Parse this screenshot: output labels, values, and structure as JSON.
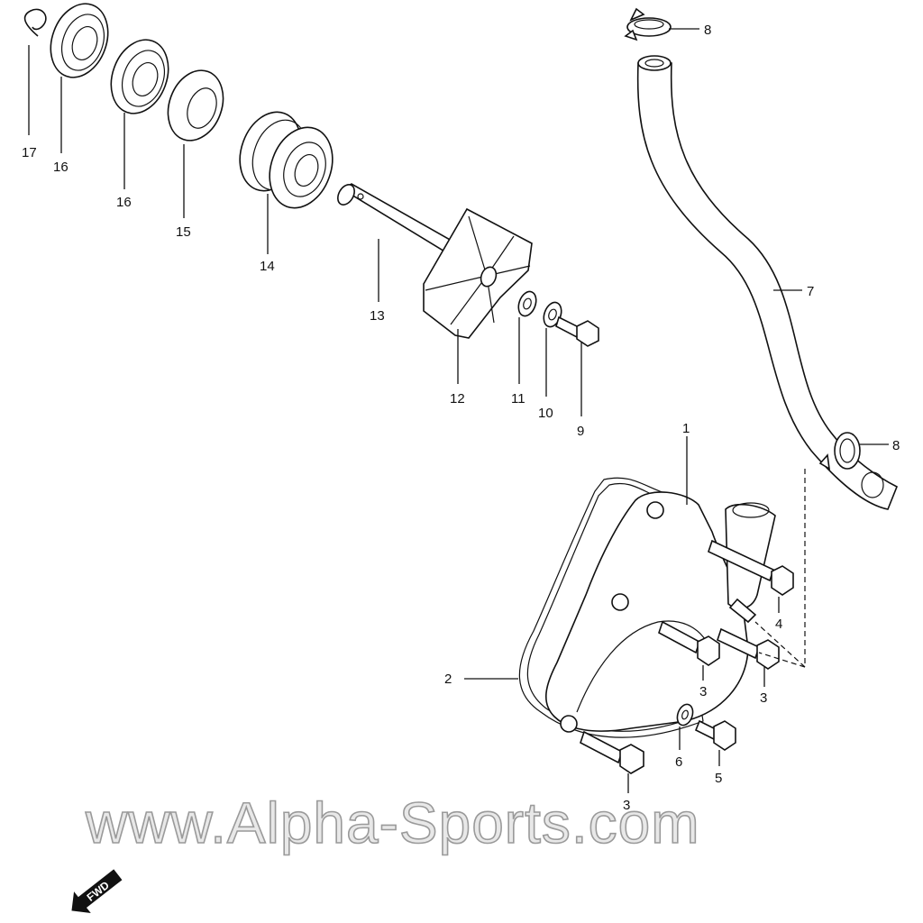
{
  "labels": {
    "p17": "17",
    "p16a": "16",
    "p16b": "16",
    "p15": "15",
    "p14": "14",
    "p13": "13",
    "p12": "12",
    "p11": "11",
    "p10": "10",
    "p9": "9",
    "p8a": "8",
    "p7": "7",
    "p8b": "8",
    "p1": "1",
    "p2": "2",
    "p4": "4",
    "p3a": "3",
    "p3b": "3",
    "p6": "6",
    "p5": "5",
    "p3c": "3"
  },
  "watermark": "www.Alpha-Sports.com",
  "direction_badge": "FWD"
}
